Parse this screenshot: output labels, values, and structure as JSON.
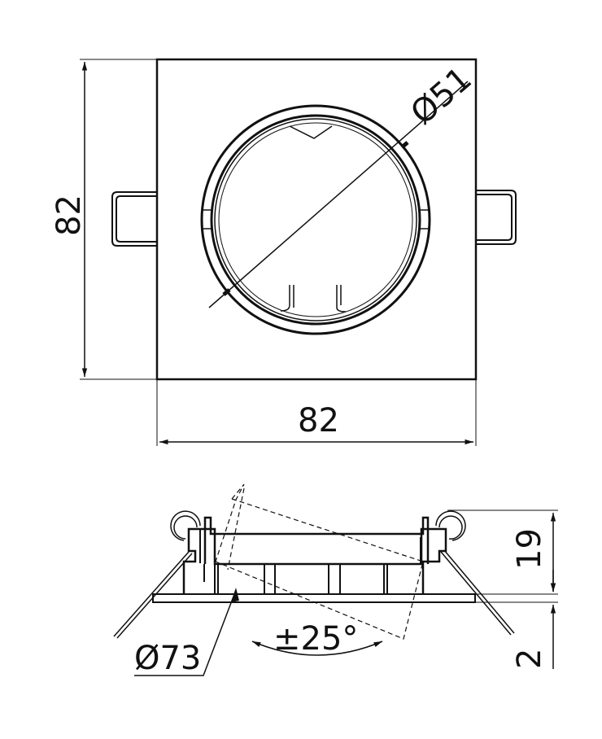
{
  "top_view": {
    "height_label": "82",
    "width_label": "82",
    "diameter_label": "Ø51"
  },
  "side_view": {
    "outer_diameter_label": "Ø73",
    "tilt_label": "±25°",
    "depth_label": "19",
    "flange_label": "2"
  }
}
